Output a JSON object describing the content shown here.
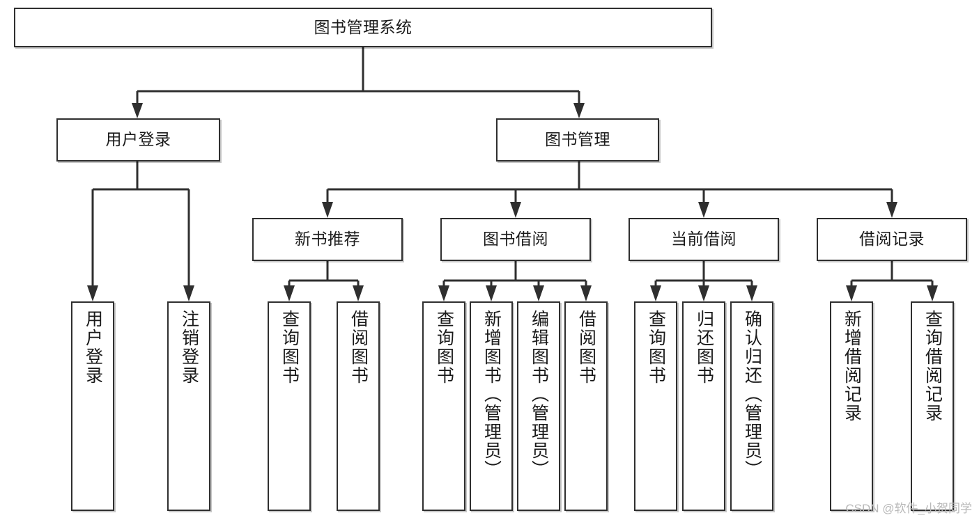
{
  "diagram": {
    "title": "图书管理系统",
    "type": "tree-hierarchy",
    "root": {
      "label": "图书管理系统"
    },
    "level1": [
      {
        "label": "用户登录"
      },
      {
        "label": "图书管理"
      }
    ],
    "level2": [
      {
        "label": "新书推荐"
      },
      {
        "label": "图书借阅"
      },
      {
        "label": "当前借阅"
      },
      {
        "label": "借阅记录"
      }
    ],
    "leaves": {
      "user_login": [
        {
          "label": "用户登录"
        },
        {
          "label": "注销登录"
        }
      ],
      "new_book_recommend": [
        {
          "label": "查询图书"
        },
        {
          "label": "借阅图书"
        }
      ],
      "book_borrow": [
        {
          "label": "查询图书"
        },
        {
          "label": "新增图书（管理员）"
        },
        {
          "label": "编辑图书（管理员）"
        },
        {
          "label": "借阅图书"
        }
      ],
      "current_borrow": [
        {
          "label": "查询图书"
        },
        {
          "label": "归还图书"
        },
        {
          "label": "确认归还（管理员）"
        }
      ],
      "borrow_record": [
        {
          "label": "新增借阅记录"
        },
        {
          "label": "查询借阅记录"
        }
      ]
    }
  },
  "watermark": {
    "text": "CSDN @软件_小贺同学"
  },
  "colors": {
    "stroke": "#2f2f2f",
    "background": "#ffffff",
    "text": "#1a1a1a",
    "watermark": "#b9b9b9"
  }
}
